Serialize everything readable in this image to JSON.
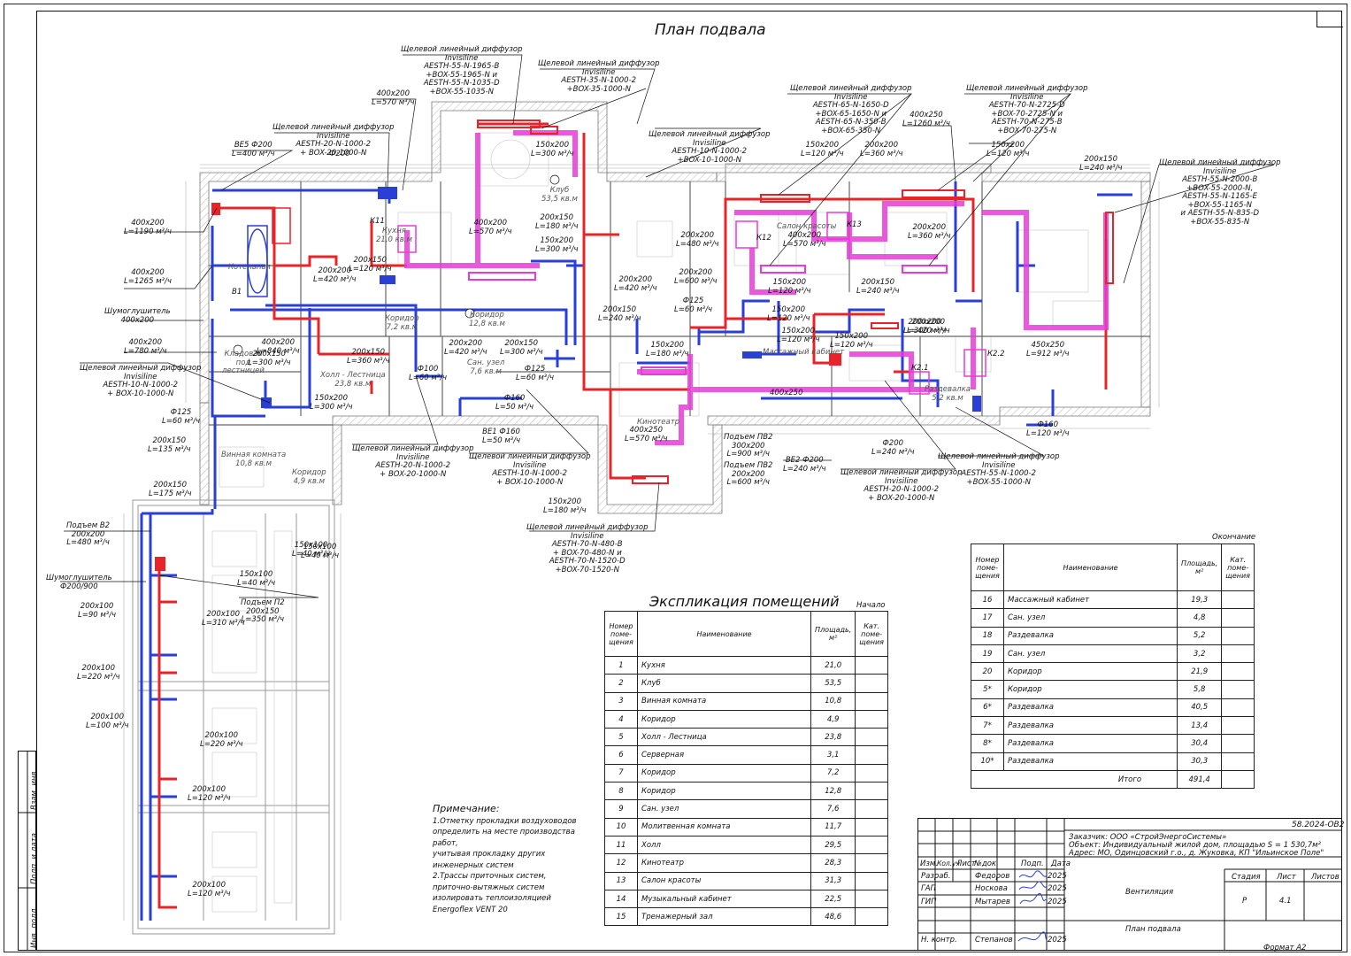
{
  "sheet": {
    "title": "План подвала",
    "format": "Формат А2",
    "side_labels": [
      "Взам. инв.",
      "Подп. и дата",
      "Инв. подл."
    ]
  },
  "room_labels": [
    {
      "name": "Кухня",
      "area": "21,0 кв.м"
    },
    {
      "name": "Клуб",
      "area": "53,5 кв.м"
    },
    {
      "name": "Котельная",
      "area": ""
    },
    {
      "name": "Кладовая под лестницей",
      "area": ""
    },
    {
      "name": "Холл - Лестница",
      "area": "23,8 кв.м"
    },
    {
      "name": "Винная комната",
      "area": "10,8 кв.м"
    },
    {
      "name": "Коридор",
      "area": "4,9 кв.м"
    },
    {
      "name": "Коридор",
      "area": "7,2 кв.м"
    },
    {
      "name": "Коридор",
      "area": "12,8 кв.м"
    },
    {
      "name": "Сан. узел",
      "area": "7,6 кв.м"
    },
    {
      "name": "Кинотеатр",
      "area": ""
    },
    {
      "name": "Салон красоты",
      "area": ""
    },
    {
      "name": "Массажный кабинет",
      "area": ""
    },
    {
      "name": "Раздевалка",
      "area": "5,2 кв.м"
    }
  ],
  "labels": [
    {
      "t": "Щелевой линейный диффузор\nInvisiline\nAESTH-55-N-1965-B\n+BOX-55-1965-N и\nAESTH-55-N-1035-D\n+BOX-55-1035-N"
    },
    {
      "t": "Щелевой линейный диффузор\nInvisiline\nAESTH-35-N-1000-2\n+BOX-35-1000-N"
    },
    {
      "t": "400х200\nL=570 м³/ч"
    },
    {
      "t": "Щелевой линейный диффузор\nInvisiline\nAESTH-20-N-1000-2\n+ BOX-20-1000-N"
    },
    {
      "t": "ВЕ5 Ф200\nL=400 м³/ч"
    },
    {
      "t": "Ф200"
    },
    {
      "t": "400х200\nL=1190 м³/ч"
    },
    {
      "t": "400х200\nL=1265 м³/ч"
    },
    {
      "t": "Шумоглушитель\n400х200"
    },
    {
      "t": "400х200\nL=780 м³/ч"
    },
    {
      "t": "Щелевой линейный диффузор\nInvisiline\nAESTH-10-N-1000-2\n+ BOX-10-1000-N"
    },
    {
      "t": "Ф125\nL=60 м³/ч"
    },
    {
      "t": "200х150\nL=135 м³/ч"
    },
    {
      "t": "200х150\nL=175 м³/ч"
    },
    {
      "t": "Подъем В2\n200х200\nL=480 м³/ч"
    },
    {
      "t": "Шумоглушитель\nФ200/900"
    },
    {
      "t": "200х100\nL=90 м³/ч"
    },
    {
      "t": "200х100\nL=220 м³/ч"
    },
    {
      "t": "200х100\nL=100 м³/ч"
    },
    {
      "t": "150х100\nL=40 м³/ч"
    },
    {
      "t": "150х100\nL=40 м³/ч"
    },
    {
      "t": "Подъем П2\n200х150\nL=350 м³/ч"
    },
    {
      "t": "200х100\nL=310 м³/ч"
    },
    {
      "t": "200х100\nL=220 м³/ч"
    },
    {
      "t": "200х100\nL=120 м³/ч"
    },
    {
      "t": "200х100\nL=120 м³/ч"
    },
    {
      "t": "150х200\nL=300 м³/ч"
    },
    {
      "t": "400х200\nL=570 м³/ч"
    },
    {
      "t": "200х150\nL=180 м³/ч"
    },
    {
      "t": "150х200\nL=300 м³/ч"
    },
    {
      "t": "К11"
    },
    {
      "t": "200х150\nL=120 м³/ч"
    },
    {
      "t": "200х200\nL=420 м³/ч"
    },
    {
      "t": "400х200\nL=840 м³/ч"
    },
    {
      "t": "200х150\nL=300 м³/ч"
    },
    {
      "t": "200х150\nL=360 м³/ч"
    },
    {
      "t": "150х200\nL=300 м³/ч"
    },
    {
      "t": "Ф100\nL=60 м³/ч"
    },
    {
      "t": "200х200\nL=420 м³/ч"
    },
    {
      "t": "200х150\nL=300 м³/ч"
    },
    {
      "t": "Ф125\nL=60 м³/ч"
    },
    {
      "t": "Ф160\nL=50 м³/ч"
    },
    {
      "t": "ВЕ1 Ф160\nL=50 м³/ч"
    },
    {
      "t": "Щелевой линейный диффузор\nInvisiline\nAESTH-20-N-1000-2\n+ BOX-20-1000-N"
    },
    {
      "t": "Щелевой линейный диффузор\nInvisiline\nAESTH-10-N-1000-2\n+ BOX-10-1000-N"
    },
    {
      "t": "Щелевой линейный диффузор\nInvisiline\nAESTH-10-N-1000-2\n+BOX-10-1000-N"
    },
    {
      "t": "200х200\nL=420 м³/ч"
    },
    {
      "t": "200х200\nL=480 м³/ч"
    },
    {
      "t": "200х200\nL=600 м³/ч"
    },
    {
      "t": "200х150\nL=240 м³/ч"
    },
    {
      "t": "Ф125\nL=60 м³/ч"
    },
    {
      "t": "150х200\nL=180 м³/ч"
    },
    {
      "t": "400х250\nL=570 м³/ч"
    },
    {
      "t": "Подъем ПВ2\n300х200\nL=900 м³/ч"
    },
    {
      "t": "Подъем ПВ2\n200х200\nL=600 м³/ч"
    },
    {
      "t": "150х200\nL=180 м³/ч"
    },
    {
      "t": "Щелевой линейный диффузор\nInvisiline\nAESTH-70-N-480-B\n+ BOX-70-480-N и\nAESTH-70-N-1520-D\n+BOX-70-1520-N"
    },
    {
      "t": "Щелевой линейный диффузор\nInvisiline\nAESTH-65-N-1650-D\n+BOX-65-1650-N и\nAESTH-65-N-350-B\n+BOX-65-350-N"
    },
    {
      "t": "400х250\nL=1260 м³/ч"
    },
    {
      "t": "Щелевой линейный диффузор\nInvisiline\nAESTH-70-N-2725-D\n+BOX-70-2725-N и\nAESTH-70-N-275-B\n+BOX-70-275-N"
    },
    {
      "t": "150х200\nL=120 м³/ч"
    },
    {
      "t": "200х200\nL=360 м³/ч"
    },
    {
      "t": "150х200\nL=120 м³/ч"
    },
    {
      "t": "200х150\nL=240 м³/ч"
    },
    {
      "t": "Щелевой линейный диффузор\nInvisiline\nAESTH-55-N-2000-B\n+BOX-55-2000-N,\nAESTH-55-N-1165-E\n+BOX-55-1165-N\nи AESTH-55-N-835-D\n+BOX-55-835-N"
    },
    {
      "t": "К12"
    },
    {
      "t": "К13"
    },
    {
      "t": "400х200\nL=570 м³/ч"
    },
    {
      "t": "150х200\nL=120 м³/ч"
    },
    {
      "t": "150х200\nL=120 м³/ч"
    },
    {
      "t": "200х200\nL=360 м³/ч"
    },
    {
      "t": "200х150\nL=240 м³/ч"
    },
    {
      "t": "150х200\nL=120 м³/ч"
    },
    {
      "t": "200х200\nL=420 м³/ч"
    },
    {
      "t": "150х200\nL=120 м³/ч"
    },
    {
      "t": "200х200\nL=300 м³/ч"
    },
    {
      "t": "450х250\nL=912 м³/ч"
    },
    {
      "t": "К2.2"
    },
    {
      "t": "К2.1"
    },
    {
      "t": "400х250"
    },
    {
      "t": "Ф160\nL=120 м³/ч"
    },
    {
      "t": "Ф200\nL=240 м³/ч"
    },
    {
      "t": "ВЕ2 Ф200\nL=240 м³/ч"
    },
    {
      "t": "Щелевой линейный диффузор\nInvisiline\nAESTH-20-N-1000-2\n+ BOX-20-1000-N"
    },
    {
      "t": "Щелевой линейный диффузор\nInvisiline\nAESTH-55-N-1000-2\n+BOX-55-1000-N"
    },
    {
      "t": "150х100\nL=40 м³/ч"
    },
    {
      "t": "В1"
    }
  ],
  "explication_1": {
    "title": "Экспликация помещений",
    "note": "Начало",
    "headers": [
      "Номер поме-щения",
      "Наименование",
      "Площадь, м²",
      "Кат. поме-щения"
    ],
    "rows": [
      [
        "1",
        "Кухня",
        "21,0",
        ""
      ],
      [
        "2",
        "Клуб",
        "53,5",
        ""
      ],
      [
        "3",
        "Винная комната",
        "10,8",
        ""
      ],
      [
        "4",
        "Коридор",
        "4,9",
        ""
      ],
      [
        "5",
        "Холл - Лестница",
        "23,8",
        ""
      ],
      [
        "6",
        "Серверная",
        "3,1",
        ""
      ],
      [
        "7",
        "Коридор",
        "7,2",
        ""
      ],
      [
        "8",
        "Коридор",
        "12,8",
        ""
      ],
      [
        "9",
        "Сан. узел",
        "7,6",
        ""
      ],
      [
        "10",
        "Молитвенная комната",
        "11,7",
        ""
      ],
      [
        "11",
        "Холл",
        "29,5",
        ""
      ],
      [
        "12",
        "Кинотеатр",
        "28,3",
        ""
      ],
      [
        "13",
        "Салон красоты",
        "31,3",
        ""
      ],
      [
        "14",
        "Музыкальный кабинет",
        "22,5",
        ""
      ],
      [
        "15",
        "Тренажерный зал",
        "48,6",
        ""
      ]
    ]
  },
  "explication_2": {
    "note": "Окончание",
    "headers": [
      "Номер поме-щения",
      "Наименование",
      "Площадь, м²",
      "Кат. поме-щения"
    ],
    "rows": [
      [
        "16",
        "Массажный кабинет",
        "19,3",
        ""
      ],
      [
        "17",
        "Сан. узел",
        "4,8",
        ""
      ],
      [
        "18",
        "Раздевалка",
        "5,2",
        ""
      ],
      [
        "19",
        "Сан. узел",
        "3,2",
        ""
      ],
      [
        "20",
        "Коридор",
        "21,9",
        ""
      ],
      [
        "5*",
        "Коридор",
        "5,8",
        ""
      ],
      [
        "6*",
        "Раздевалка",
        "40,5",
        ""
      ],
      [
        "7*",
        "Раздевалка",
        "13,4",
        ""
      ],
      [
        "8*",
        "Раздевалка",
        "30,4",
        ""
      ],
      [
        "10*",
        "Раздевалка",
        "30,3",
        ""
      ]
    ],
    "total_label": "Итого",
    "total_value": "491,4"
  },
  "notes": {
    "title": "Примечание:",
    "lines": [
      "1.Отметку прокладки воздуховодов",
      "определить на месте производства",
      "работ,",
      "учитывая прокладку других",
      "инженерных систем",
      "2.Трассы приточных систем,",
      "приточно-вытяжных систем",
      "изолировать теплоизоляцией",
      "Energoflex VENT 20"
    ]
  },
  "stamp": {
    "code": "58.2024-ОВ2",
    "customer": "Заказчик: ООО «СтройЭнергоСистемы»",
    "object": "Объект: Индивидуальный жилой дом, площадью S = 1 530,7м²",
    "address": "Адрес: МО, Одинцовский г.о., д. Жуковка, КП \"Ильинское Поле\"",
    "col_headers": [
      "Изм.",
      "Кол.уч",
      "Лист",
      "№док",
      "Подп.",
      "Дата"
    ],
    "people": [
      {
        "role": "Разраб.",
        "name": "Федоров",
        "date": "2025"
      },
      {
        "role": "ГАП",
        "name": "Носкова",
        "date": "2025"
      },
      {
        "role": "ГИП",
        "name": "Мытарев",
        "date": "2025"
      },
      {
        "role": "Н. контр.",
        "name": "Степанов",
        "date": "2025"
      }
    ],
    "section": "Вентиляция",
    "sheet_name": "План подвала",
    "stage_header": "Стадия",
    "sheet_header": "Лист",
    "sheets_header": "Листов",
    "stage": "Р",
    "sheet": "4.1",
    "sheets": ""
  },
  "colors": {
    "supply": "#e8242a",
    "exhaust": "#2a3fd6",
    "recirc": "#e83ad8",
    "wall": "#9a9a9a",
    "line": "#111111"
  }
}
